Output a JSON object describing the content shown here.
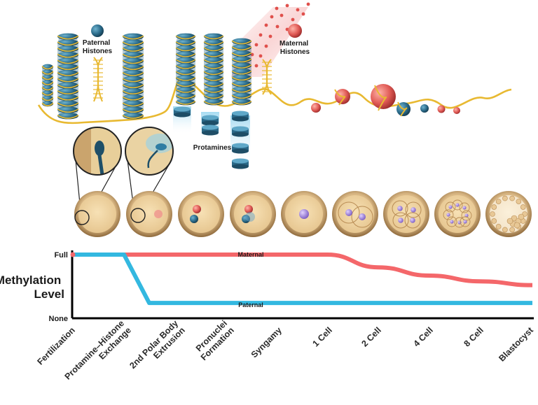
{
  "labels": {
    "paternal_histones": [
      "Paternal",
      "Histones"
    ],
    "maternal_histones": [
      "Maternal",
      "Histones"
    ],
    "protamines": "Protamines"
  },
  "chart": {
    "ylabel": [
      "Methylation",
      "Level"
    ],
    "y_full": "Full",
    "y_none": "None",
    "maternal_label": "Maternal",
    "paternal_label": "Paternal"
  },
  "stages": [
    [
      "Fertilization"
    ],
    [
      "Protamine–Histone",
      "Exchange"
    ],
    [
      "2nd Polar Body",
      "Extrusion"
    ],
    [
      "Pronuclei",
      "Formation"
    ],
    [
      "Syngamy"
    ],
    [
      "1 Cell"
    ],
    [
      "2 Cell"
    ],
    [
      "4 Cell"
    ],
    [
      "8 Cell"
    ],
    [
      "Blastocyst"
    ]
  ],
  "chart_data": {
    "type": "line",
    "categories": [
      "Fertilization",
      "Protamine–Histone Exchange",
      "2nd Polar Body Extrusion",
      "Pronuclei Formation",
      "Syngamy",
      "1 Cell",
      "2 Cell",
      "4 Cell",
      "8 Cell",
      "Blastocyst"
    ],
    "ylabel": "Methylation Level",
    "yticks": [
      "None",
      "Full"
    ],
    "series": [
      {
        "name": "Maternal",
        "color": "#f4676a",
        "values": [
          1,
          1,
          1,
          1,
          1,
          1,
          0.8,
          0.67,
          0.58,
          0.52
        ]
      },
      {
        "name": "Paternal",
        "color": "#33b8e0",
        "values": [
          1,
          1,
          0.24,
          0.24,
          0.24,
          0.24,
          0.24,
          0.24,
          0.24,
          0.24
        ]
      }
    ]
  },
  "colors": {
    "maternal": "#f4676a",
    "paternal": "#33b8e0",
    "dna": "#e8b931",
    "paternal_histone": "#23536b",
    "maternal_histone": "#d54a4a",
    "cell": "#c9a06a"
  }
}
